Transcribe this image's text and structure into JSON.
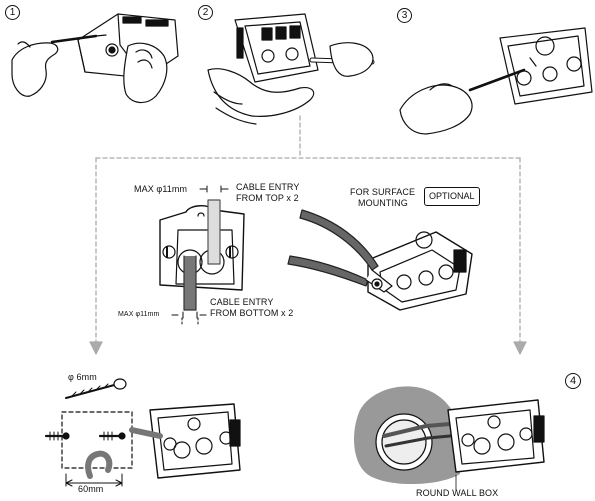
{
  "steps": [
    "1",
    "2",
    "3",
    "4"
  ],
  "labels": {
    "max_top": "MAX φ11mm",
    "entry_top": [
      "CABLE ENTRY",
      "FROM TOP x 2"
    ],
    "max_bottom": "MAX φ11mm",
    "entry_bottom": [
      "CABLE ENTRY",
      "FROM BOTTOM x 2"
    ],
    "surface": [
      "FOR SURFACE",
      "MOUNTING"
    ],
    "optional": "OPTIONAL",
    "drill": "φ 6mm",
    "spacing": "60mm",
    "round_box": "ROUND WALL BOX"
  }
}
